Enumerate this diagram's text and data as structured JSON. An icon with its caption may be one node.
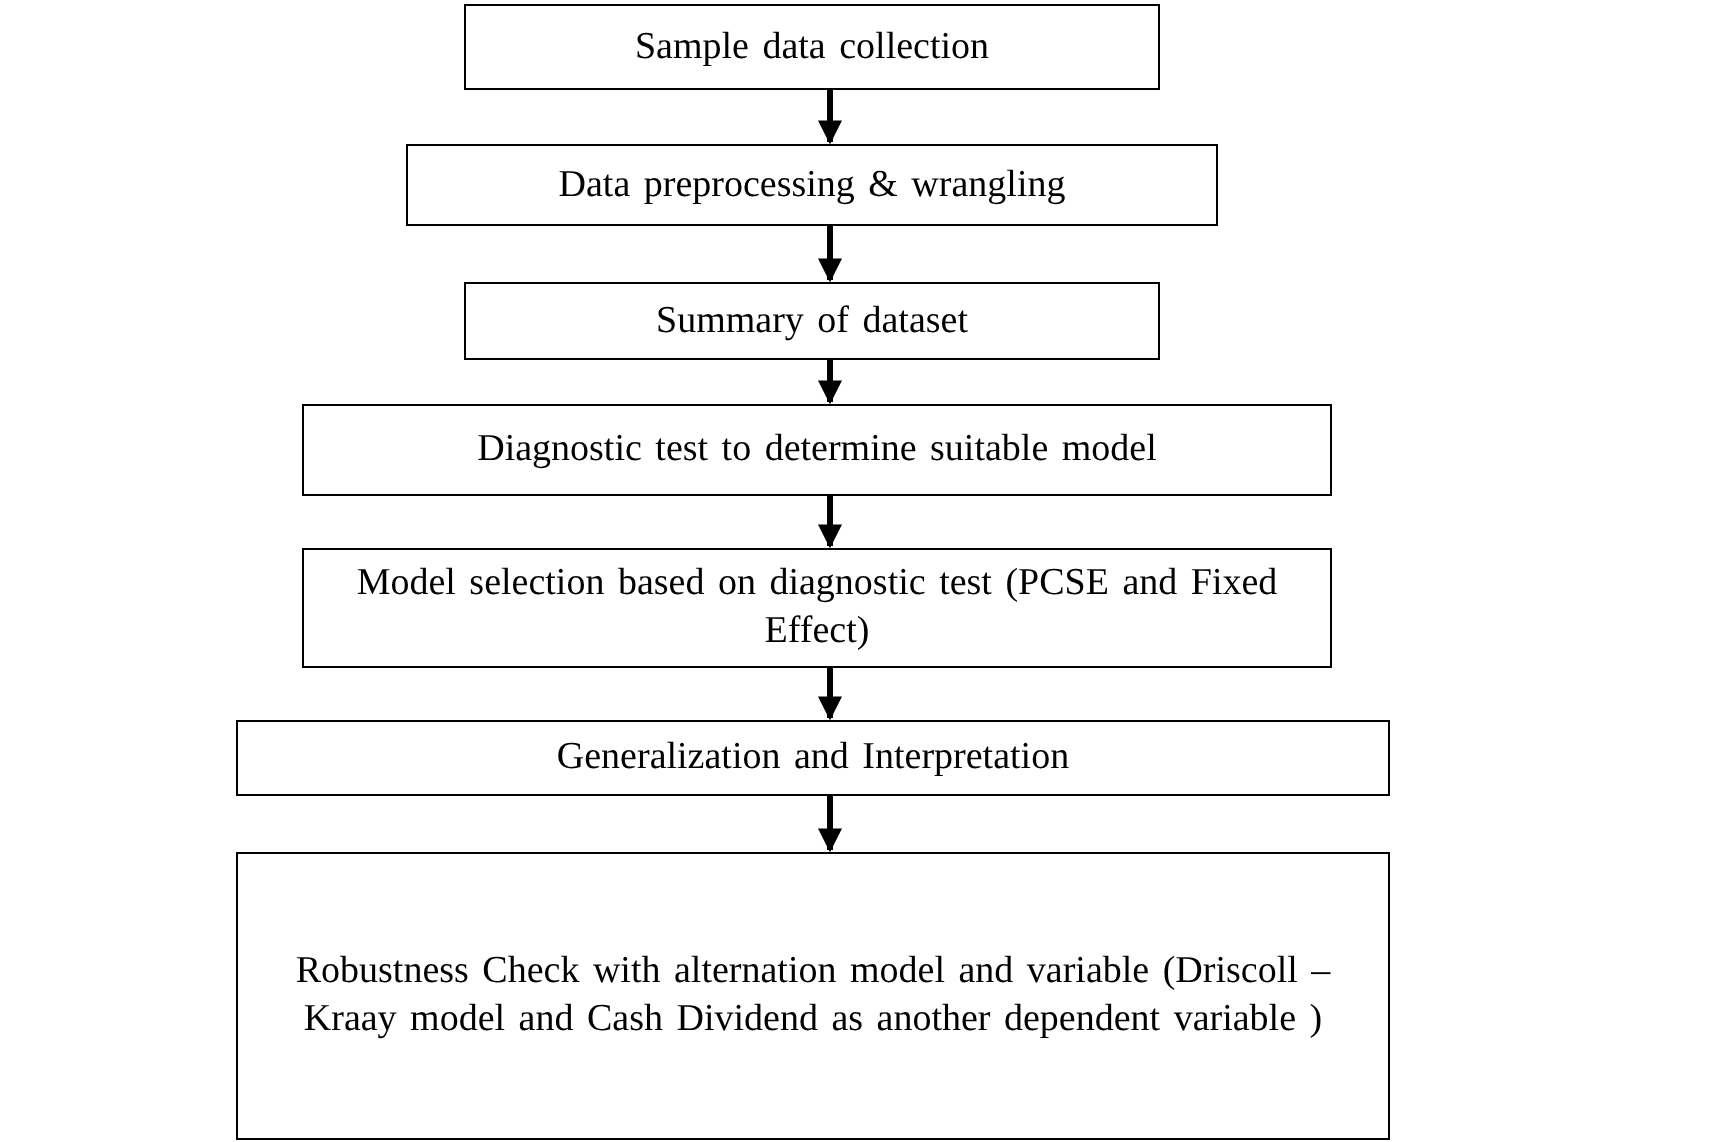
{
  "diagram": {
    "nodes": [
      {
        "text": [
          "Sample data collection"
        ]
      },
      {
        "text": [
          "Data preprocessing & wrangling"
        ]
      },
      {
        "text": [
          "Summary of dataset"
        ]
      },
      {
        "text": [
          "Diagnostic test to determine suitable model"
        ]
      },
      {
        "text": [
          "Model selection based on diagnostic test (PCSE and Fixed Effect)"
        ]
      },
      {
        "text": [
          "Generalization and Interpretation"
        ]
      },
      {
        "text": [
          "Robustness Check with alternation model and variable (Driscoll –Kraay model and Cash Dividend as another dependent variable )"
        ]
      }
    ],
    "edges": [
      {
        "from": 0,
        "to": 1,
        "arrow": "to"
      },
      {
        "from": 1,
        "to": 2,
        "arrow": "to"
      },
      {
        "from": 2,
        "to": 3,
        "arrow": "to"
      },
      {
        "from": 3,
        "to": 4,
        "arrow": "to"
      },
      {
        "from": 4,
        "to": 5,
        "arrow": "to"
      },
      {
        "from": 5,
        "to": 6,
        "arrow": "to"
      }
    ]
  }
}
